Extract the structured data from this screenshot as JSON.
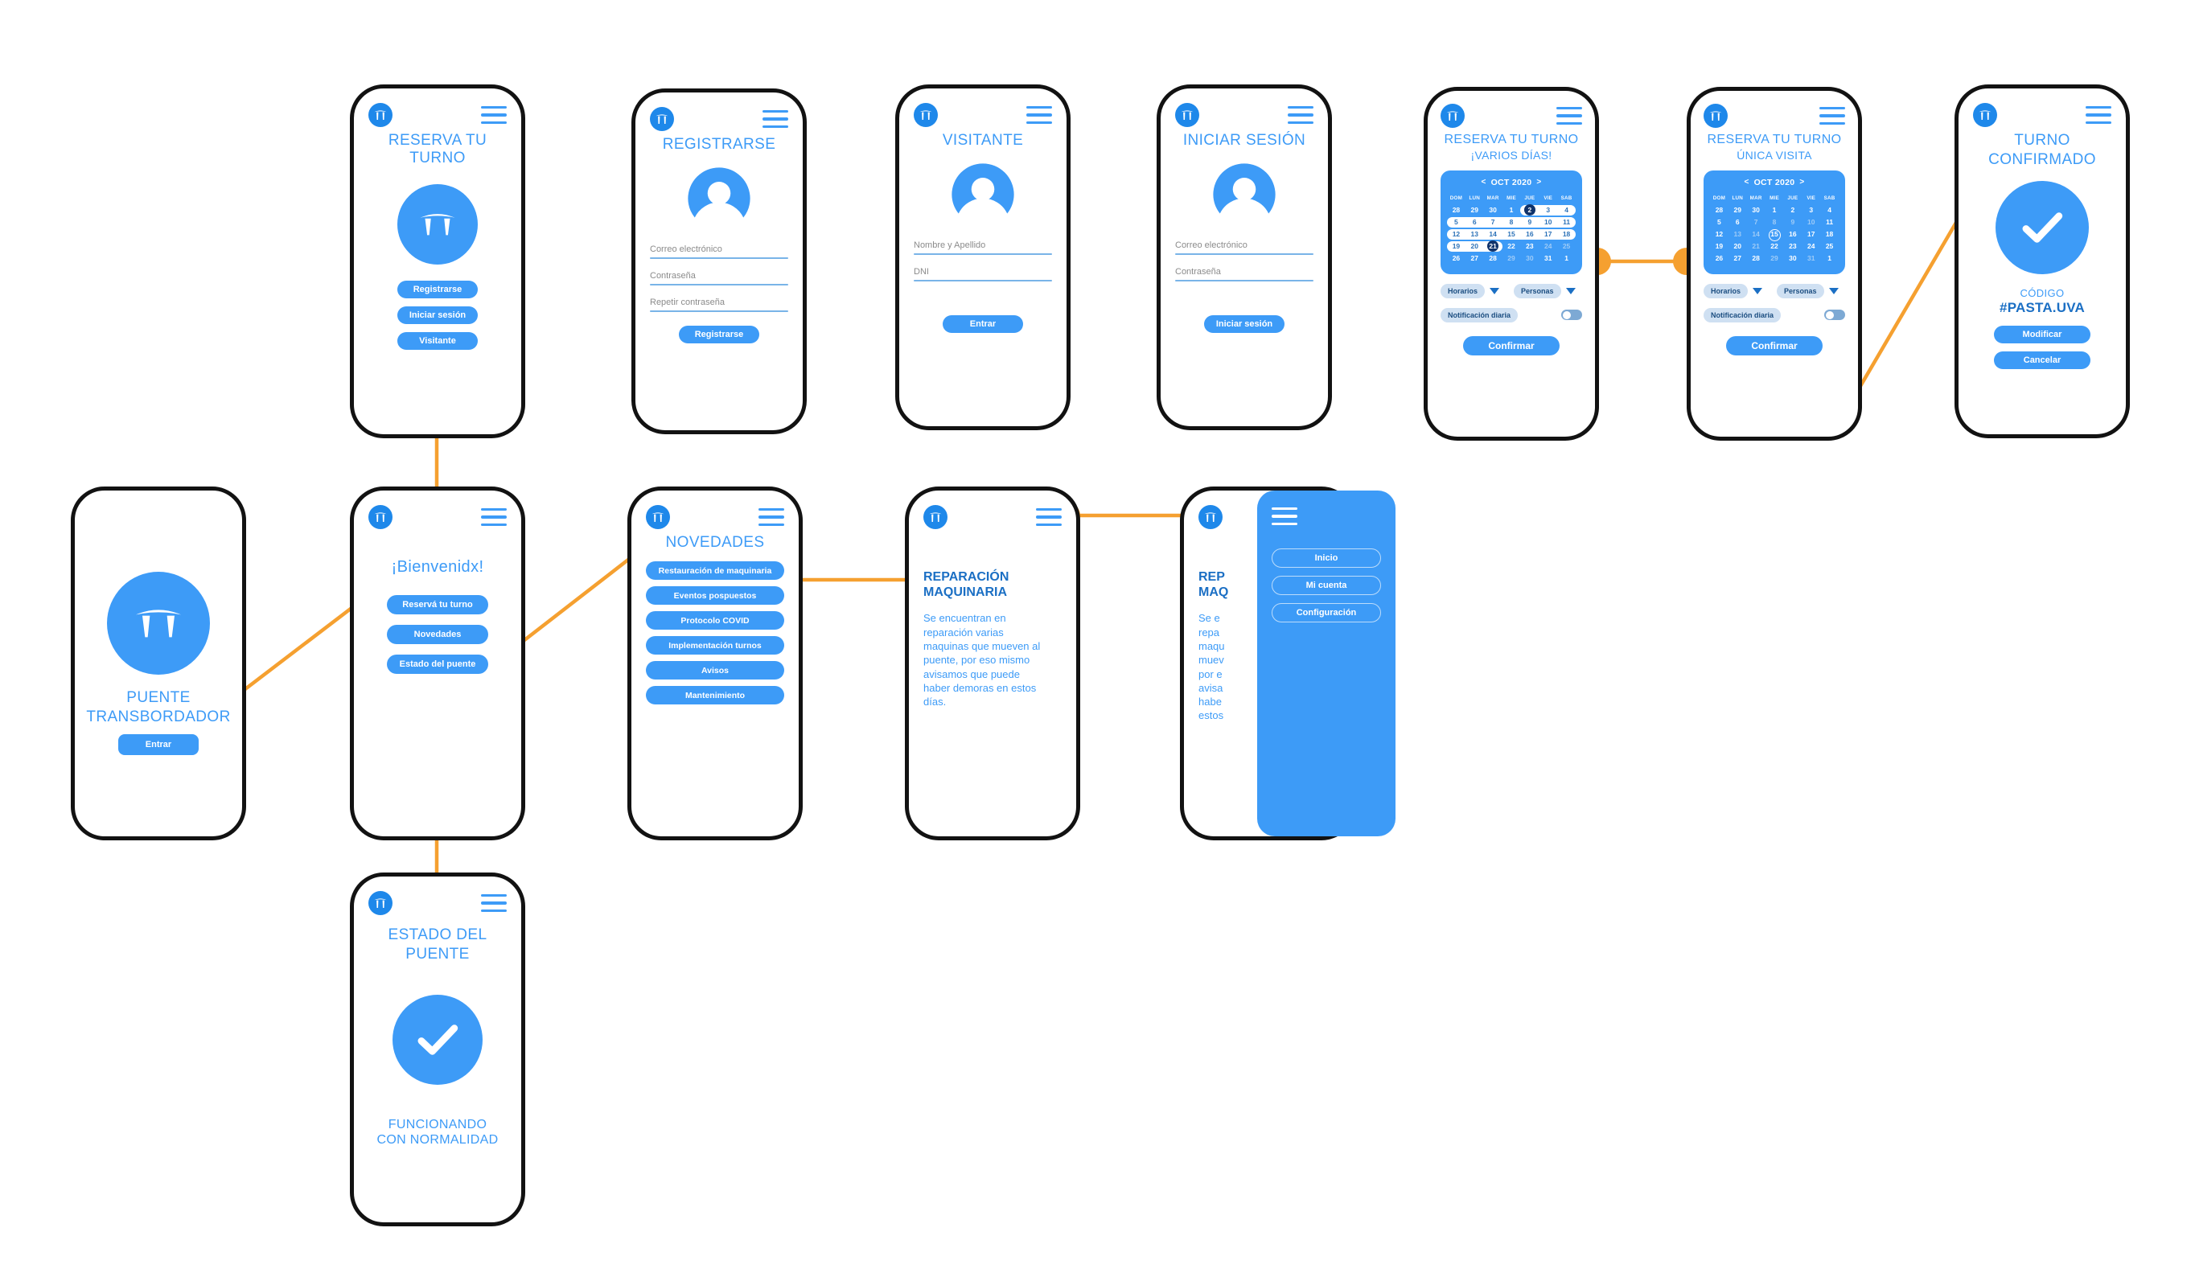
{
  "brand": {
    "logo_icon": "bridge-logo-icon",
    "menu_icon": "hamburger-menu-icon",
    "accent_blue": "#3d9bf7",
    "deep_blue": "#1b6fc4",
    "navy": "#10336b",
    "connector_orange": "#f5a030"
  },
  "screens": {
    "splash": {
      "title_line1": "PUENTE",
      "title_line2": "TRANSBORDADOR",
      "enter_button": "Entrar",
      "icon": "bridge-icon"
    },
    "reserva_landing": {
      "title": "RESERVA TU TURNO",
      "icon": "bridge-icon",
      "buttons": [
        "Registrarse",
        "Iniciar sesión",
        "Visitante"
      ]
    },
    "registrarse": {
      "title": "REGISTRARSE",
      "icon": "user-avatar-icon",
      "fields": [
        "Correo electrónico",
        "Contraseña",
        "Repetir contraseña"
      ],
      "submit": "Registrarse"
    },
    "visitante": {
      "title": "VISITANTE",
      "icon": "user-avatar-icon",
      "fields": [
        "Nombre y Apellido",
        "DNI"
      ],
      "submit": "Entrar"
    },
    "iniciar_sesion": {
      "title": "INICIAR SESIÓN",
      "icon": "user-avatar-icon",
      "fields": [
        "Correo electrónico",
        "Contraseña"
      ],
      "submit": "Iniciar sesión"
    },
    "bienvenida": {
      "title": "¡Bienvenidx!",
      "buttons": [
        "Reservá tu turno",
        "Novedades",
        "Estado del puente"
      ]
    },
    "novedades": {
      "title": "NOVEDADES",
      "buttons": [
        "Restauración de maquinaria",
        "Eventos pospuestos",
        "Protocolo COVID",
        "Implementación turnos",
        "Avisos",
        "Mantenimiento"
      ]
    },
    "articulo": {
      "title_line1": "REPARACIÓN",
      "title_line2": "MAQUINARIA",
      "body": "Se encuentran en reparación varias maquinas que mueven al puente, por eso mismo avisamos que puede haber demoras en estos días."
    },
    "articulo_menu": {
      "title_line1": "REP",
      "title_line2": "MAQ",
      "body_lines": [
        "Se e",
        "repa",
        "maqu",
        "muev",
        "por e",
        "avisa",
        "habe",
        "estos"
      ],
      "drawer_items": [
        "Inicio",
        "Mi cuenta",
        "Configuración"
      ]
    },
    "estado_puente": {
      "title_line1": "ESTADO DEL",
      "title_line2": "PUENTE",
      "icon": "check-circle-icon",
      "status_line1": "FUNCIONANDO",
      "status_line2": "CON NORMALIDAD"
    },
    "reserva_varios": {
      "title": "RESERVA TU TURNO",
      "subtitle": "¡VARIOS DÍAS!",
      "dropdown_horarios": "Horarios",
      "dropdown_personas": "Personas",
      "toggle_label": "Notificación diaria",
      "toggle_state": "off",
      "confirm": "Confirmar"
    },
    "reserva_unica": {
      "title": "RESERVA TU TURNO",
      "subtitle": "ÚNICA VISITA",
      "dropdown_horarios": "Horarios",
      "dropdown_personas": "Personas",
      "toggle_label": "Notificación diaria",
      "toggle_state": "off",
      "confirm": "Confirmar"
    },
    "turno_confirmado": {
      "title_line1": "TURNO",
      "title_line2": "CONFIRMADO",
      "icon": "check-circle-icon",
      "code_label": "CÓDIGO",
      "code_value": "#PASTA.UVA",
      "buttons": [
        "Modificar",
        "Cancelar"
      ]
    }
  },
  "calendars": {
    "varios_dias": {
      "month_label": "OCT 2020",
      "prev_arrow": "<",
      "next_arrow": ">",
      "dow": [
        "DOM",
        "LUN",
        "MAR",
        "MIE",
        "JUE",
        "VIE",
        "SAB"
      ],
      "weeks": [
        [
          {
            "d": "28",
            "s": "normal"
          },
          {
            "d": "29",
            "s": "normal"
          },
          {
            "d": "30",
            "s": "normal"
          },
          {
            "d": "1",
            "s": "normal"
          },
          {
            "d": "2",
            "s": "selected-start"
          },
          {
            "d": "3",
            "s": "in-range"
          },
          {
            "d": "4",
            "s": "in-range"
          }
        ],
        [
          {
            "d": "5",
            "s": "in-range"
          },
          {
            "d": "6",
            "s": "in-range"
          },
          {
            "d": "7",
            "s": "in-range"
          },
          {
            "d": "8",
            "s": "in-range"
          },
          {
            "d": "9",
            "s": "in-range"
          },
          {
            "d": "10",
            "s": "in-range"
          },
          {
            "d": "11",
            "s": "in-range"
          }
        ],
        [
          {
            "d": "12",
            "s": "in-range"
          },
          {
            "d": "13",
            "s": "in-range"
          },
          {
            "d": "14",
            "s": "in-range"
          },
          {
            "d": "15",
            "s": "in-range"
          },
          {
            "d": "16",
            "s": "in-range"
          },
          {
            "d": "17",
            "s": "in-range"
          },
          {
            "d": "18",
            "s": "in-range"
          }
        ],
        [
          {
            "d": "19",
            "s": "in-range"
          },
          {
            "d": "20",
            "s": "in-range"
          },
          {
            "d": "21",
            "s": "selected-end"
          },
          {
            "d": "22",
            "s": "normal"
          },
          {
            "d": "23",
            "s": "normal"
          },
          {
            "d": "24",
            "s": "dim"
          },
          {
            "d": "25",
            "s": "dim"
          }
        ],
        [
          {
            "d": "26",
            "s": "normal"
          },
          {
            "d": "27",
            "s": "normal"
          },
          {
            "d": "28",
            "s": "normal"
          },
          {
            "d": "29",
            "s": "dim"
          },
          {
            "d": "30",
            "s": "dim"
          },
          {
            "d": "31",
            "s": "normal"
          },
          {
            "d": "1",
            "s": "normal"
          }
        ]
      ]
    },
    "unica_visita": {
      "month_label": "OCT 2020",
      "prev_arrow": "<",
      "next_arrow": ">",
      "dow": [
        "DOM",
        "LUN",
        "MAR",
        "MIE",
        "JUE",
        "VIE",
        "SAB"
      ],
      "weeks": [
        [
          {
            "d": "28",
            "s": "normal"
          },
          {
            "d": "29",
            "s": "normal"
          },
          {
            "d": "30",
            "s": "normal"
          },
          {
            "d": "1",
            "s": "normal"
          },
          {
            "d": "2",
            "s": "normal"
          },
          {
            "d": "3",
            "s": "normal"
          },
          {
            "d": "4",
            "s": "normal"
          }
        ],
        [
          {
            "d": "5",
            "s": "normal"
          },
          {
            "d": "6",
            "s": "normal"
          },
          {
            "d": "7",
            "s": "dim"
          },
          {
            "d": "8",
            "s": "dim"
          },
          {
            "d": "9",
            "s": "dim"
          },
          {
            "d": "10",
            "s": "dim"
          },
          {
            "d": "11",
            "s": "normal"
          }
        ],
        [
          {
            "d": "12",
            "s": "normal"
          },
          {
            "d": "13",
            "s": "dim"
          },
          {
            "d": "14",
            "s": "dim"
          },
          {
            "d": "15",
            "s": "ring"
          },
          {
            "d": "16",
            "s": "normal"
          },
          {
            "d": "17",
            "s": "normal"
          },
          {
            "d": "18",
            "s": "normal"
          }
        ],
        [
          {
            "d": "19",
            "s": "normal"
          },
          {
            "d": "20",
            "s": "normal"
          },
          {
            "d": "21",
            "s": "dim"
          },
          {
            "d": "22",
            "s": "normal"
          },
          {
            "d": "23",
            "s": "normal"
          },
          {
            "d": "24",
            "s": "normal"
          },
          {
            "d": "25",
            "s": "normal"
          }
        ],
        [
          {
            "d": "26",
            "s": "normal"
          },
          {
            "d": "27",
            "s": "normal"
          },
          {
            "d": "28",
            "s": "normal"
          },
          {
            "d": "29",
            "s": "dim"
          },
          {
            "d": "30",
            "s": "normal"
          },
          {
            "d": "31",
            "s": "dim"
          },
          {
            "d": "1",
            "s": "normal"
          }
        ]
      ]
    }
  }
}
